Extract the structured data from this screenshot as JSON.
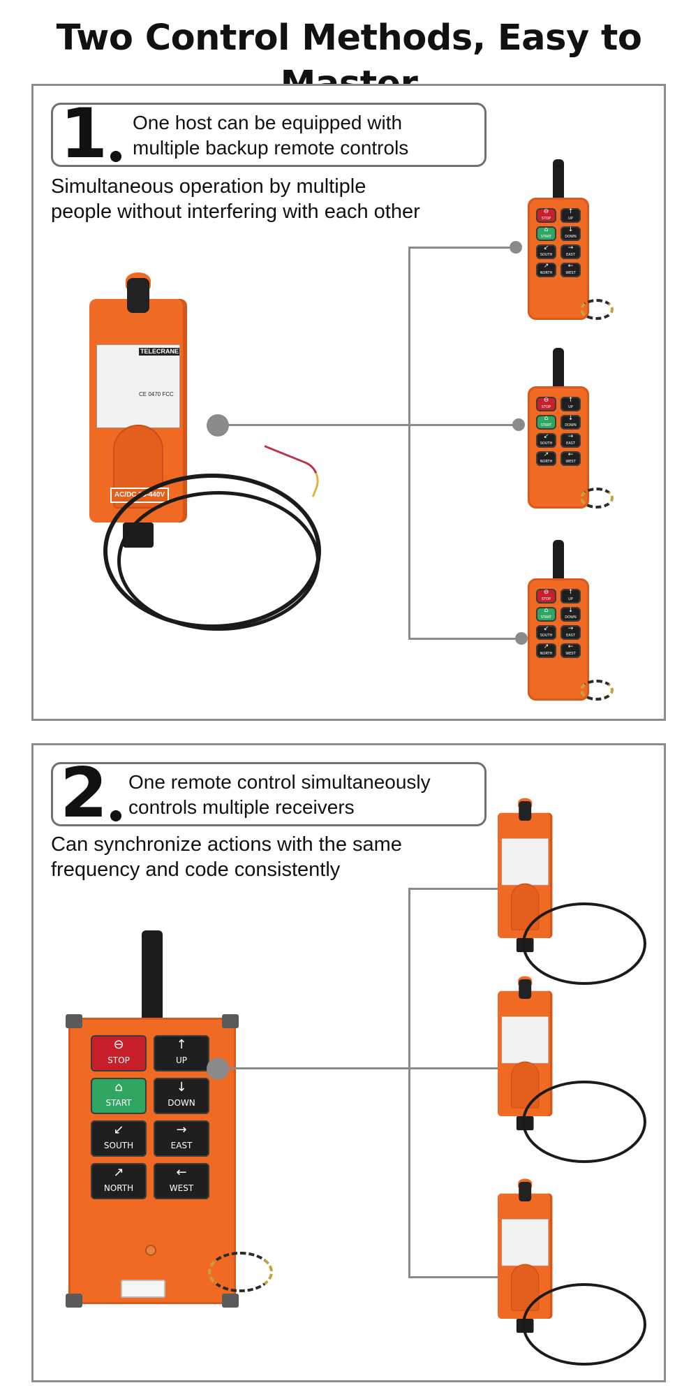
{
  "title": "Two Control Methods, Easy to Master",
  "section1": {
    "number": "1",
    "callout_line1": "One host can be equipped with",
    "callout_line2": "multiple backup remote controls",
    "sub_line1": "Simultaneous operation by multiple",
    "sub_line2": "people without interfering with each other",
    "receiver_brand": "TELECRANE",
    "receiver_voltage": "AC/DC 36-440V",
    "receiver_cert": "CE 0470 FCC"
  },
  "section2": {
    "number": "2",
    "callout_line1": "One remote control simultaneously",
    "callout_line2": "controls multiple receivers",
    "sub_line1": "Can synchronize actions with the same",
    "sub_line2": "frequency and code consistently"
  },
  "remote_buttons": [
    {
      "label": "STOP",
      "icon": "⊖",
      "color": "#c8202a"
    },
    {
      "label": "UP",
      "icon": "↑",
      "color": "#1f1f1f"
    },
    {
      "label": "START",
      "icon": "⌂",
      "color": "#2fa661"
    },
    {
      "label": "DOWN",
      "icon": "↓",
      "color": "#1f1f1f"
    },
    {
      "label": "SOUTH",
      "icon": "↙",
      "color": "#1f1f1f"
    },
    {
      "label": "EAST",
      "icon": "→",
      "color": "#1f1f1f"
    },
    {
      "label": "NORTH",
      "icon": "↗",
      "color": "#1f1f1f"
    },
    {
      "label": "WEST",
      "icon": "←",
      "color": "#1f1f1f"
    }
  ],
  "colors": {
    "device_orange": "#f06a24",
    "line_gray": "#8a8a8a",
    "border_gray": "#8c8c8c"
  }
}
